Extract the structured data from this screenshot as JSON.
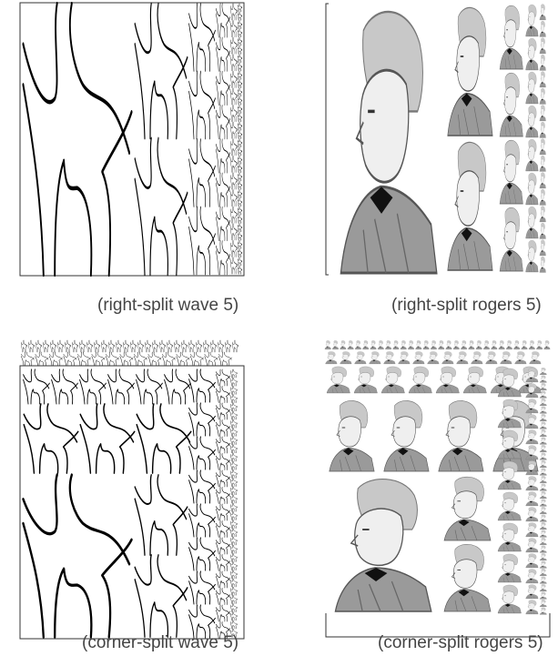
{
  "figure": {
    "panels": [
      {
        "caption": "(right-split wave 5)",
        "kind": "wave",
        "layout": "right-split",
        "level": 5
      },
      {
        "caption": "(right-split rogers 5)",
        "kind": "rogers",
        "layout": "right-split",
        "level": 5
      },
      {
        "caption": "(corner-split wave 5)",
        "kind": "wave",
        "layout": "corner-split",
        "level": 5
      },
      {
        "caption": "(corner-split rogers 5)",
        "kind": "rogers",
        "layout": "corner-split",
        "level": 5
      }
    ]
  },
  "colors": {
    "ink": "#000000",
    "frame": "#333333",
    "caption": "#444444",
    "portrait_shade": "#555555"
  }
}
